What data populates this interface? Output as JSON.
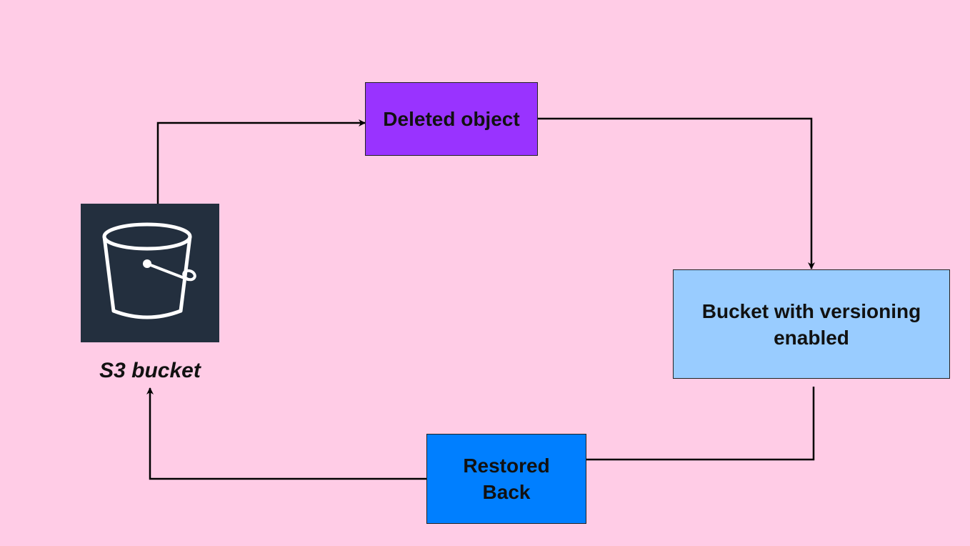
{
  "diagram": {
    "background_color": "#ffcce6",
    "nodes": {
      "deleted_object": {
        "label": "Deleted object",
        "color": "#9933ff"
      },
      "versioning_bucket": {
        "label": "Bucket with versioning enabled",
        "color": "#99ccff"
      },
      "restored_back": {
        "label": "Restored Back",
        "color": "#007fff"
      }
    },
    "s3_bucket": {
      "icon": "s3-bucket-icon",
      "tile_color": "#232f3e",
      "caption": "S3 bucket"
    },
    "edges": [
      {
        "from": "S3 bucket",
        "to": "Deleted object"
      },
      {
        "from": "Deleted object",
        "to": "Bucket with versioning enabled"
      },
      {
        "from": "Bucket with versioning enabled",
        "to": "Restored Back"
      },
      {
        "from": "Restored Back",
        "to": "S3 bucket"
      }
    ]
  }
}
